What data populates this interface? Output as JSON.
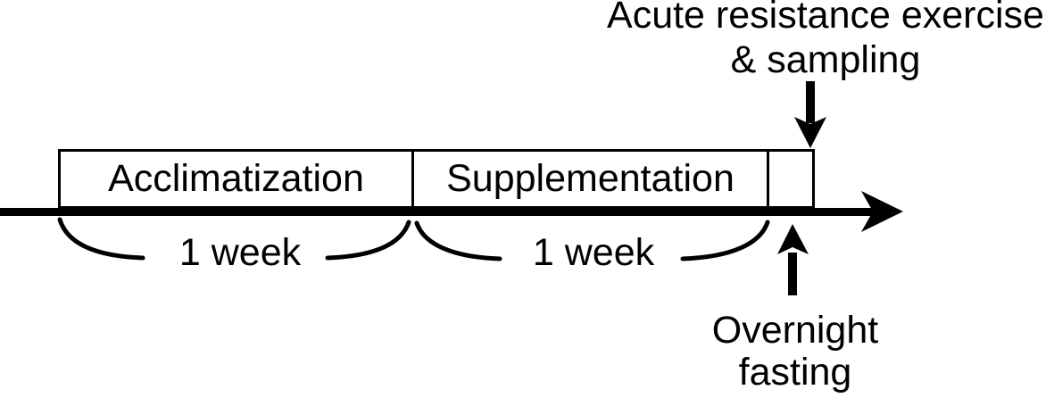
{
  "colors": {
    "ink": "#000000",
    "background": "#ffffff"
  },
  "timeline": {
    "phases": [
      {
        "label": "Acclimatization",
        "duration": "1 week"
      },
      {
        "label": "Supplementation",
        "duration": "1 week"
      },
      {
        "label": ""
      }
    ]
  },
  "annotations": {
    "acute_exercise": "Acute resistance exercise\n& sampling",
    "overnight_fasting": "Overnight\nfasting"
  }
}
